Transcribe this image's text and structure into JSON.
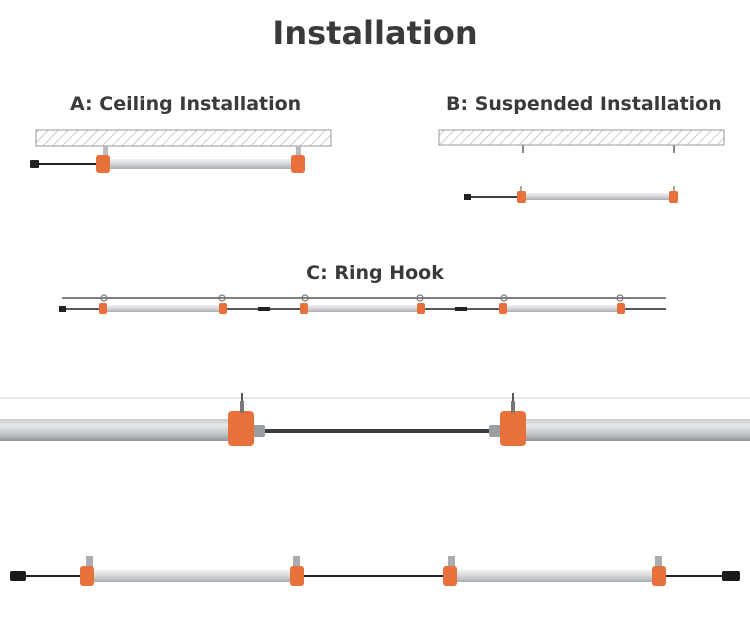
{
  "title": "Installation",
  "sections": [
    {
      "label": "A: Ceiling Installation"
    },
    {
      "label": "B: Suspended Installation"
    },
    {
      "label": "C: Ring Hook"
    }
  ],
  "colors": {
    "tube": "#d4d6da",
    "end_cap": "#e8703a",
    "cable": "#222222",
    "ceiling_hatch": "#999999",
    "text": "#3a3a3a"
  }
}
